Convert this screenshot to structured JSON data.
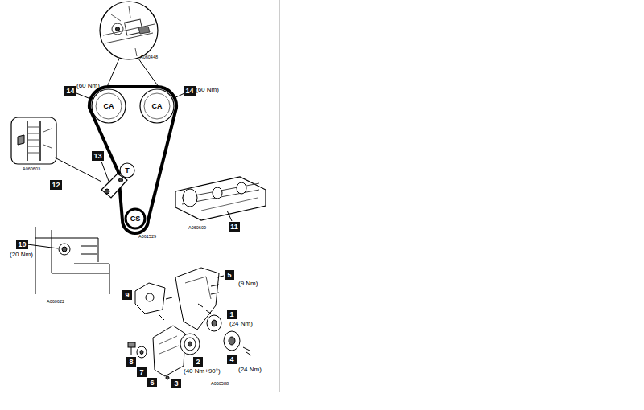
{
  "diagram": {
    "nodes": [
      {
        "text": [
          "14"
        ]
      },
      {
        "text": [
          "CA"
        ]
      },
      {
        "text": [
          "CA"
        ]
      },
      {
        "text": [
          "14"
        ]
      },
      {
        "text": [
          "13"
        ]
      },
      {
        "text": [
          "T"
        ]
      },
      {
        "text": [
          "12"
        ]
      },
      {
        "text": [
          "CS"
        ]
      },
      {
        "text": [
          "11"
        ]
      },
      {
        "text": [
          "10"
        ]
      },
      {
        "text": [
          "5"
        ]
      },
      {
        "text": [
          "9"
        ]
      },
      {
        "text": [
          "1"
        ]
      },
      {
        "text": [
          "4"
        ]
      },
      {
        "text": [
          "8"
        ]
      },
      {
        "text": [
          "7"
        ]
      },
      {
        "text": [
          "6"
        ]
      },
      {
        "text": [
          "3"
        ]
      },
      {
        "text": [
          "2"
        ]
      }
    ],
    "edges": [
      {
        "from": 0,
        "to": 1,
        "arrow": "none"
      },
      {
        "from": 3,
        "to": 2,
        "arrow": "none"
      }
    ],
    "labels": [
      "A060448",
      "(60 Nm)",
      "(60 Nm)",
      "A060603",
      "A061529",
      "A060609",
      "(20 Nm)",
      "A060622",
      "(9 Nm)",
      "(24 Nm)",
      "(24 Nm)",
      "(40 Nm+90°)",
      "A060588"
    ]
  }
}
